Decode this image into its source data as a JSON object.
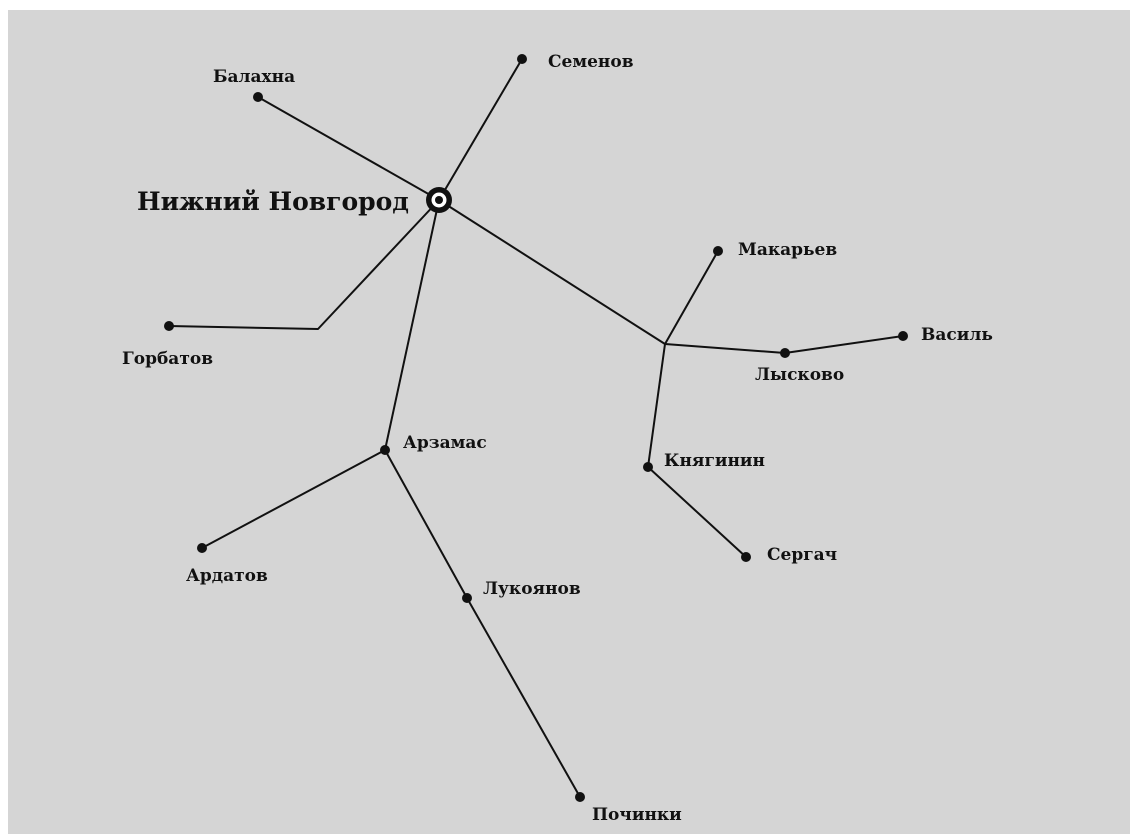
{
  "map": {
    "background_color": "#d5d5d5",
    "capital": {
      "name": "Нижний Новгород",
      "icon": "bullseye-city-icon"
    },
    "towns": {
      "balakhna": "Балахна",
      "semenov": "Семенов",
      "gorbatov": "Горбатов",
      "makaryev": "Макарьев",
      "vasil": "Василь",
      "lyskovo": "Лысково",
      "arzamas": "Арзамас",
      "knyaginin": "Княгинин",
      "ardatov": "Ардатов",
      "sergach": "Сергач",
      "lukoyanov": "Лукоянов",
      "pochinki": "Починки"
    },
    "routes": [
      [
        "Нижний Новгород",
        "Балахна"
      ],
      [
        "Нижний Новгород",
        "Семенов"
      ],
      [
        "Нижний Новгород",
        "Горбатов"
      ],
      [
        "Нижний Новгород",
        "Арзамас"
      ],
      [
        "Нижний Новгород",
        "Макарьев"
      ],
      [
        "Нижний Новгород",
        "Лысково"
      ],
      [
        "Лысково",
        "Василь"
      ],
      [
        "Нижний Новгород",
        "Княгинин"
      ],
      [
        "Княгинин",
        "Сергач"
      ],
      [
        "Арзамас",
        "Ардатов"
      ],
      [
        "Арзамас",
        "Лукоянов"
      ],
      [
        "Лукоянов",
        "Починки"
      ]
    ]
  }
}
